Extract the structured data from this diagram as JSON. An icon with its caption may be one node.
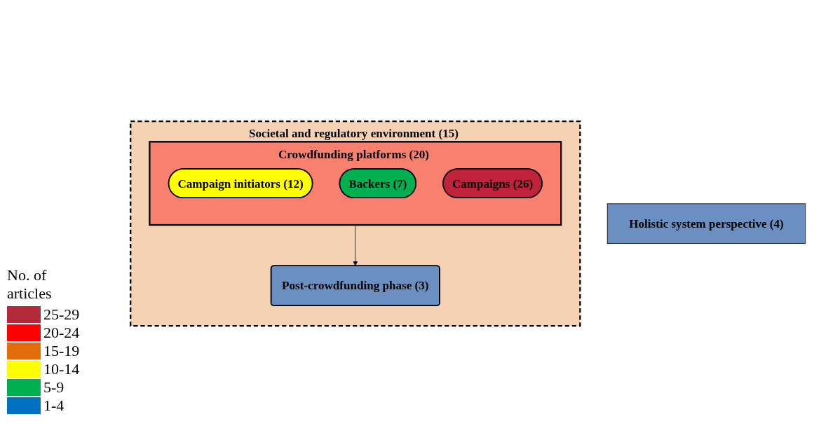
{
  "diagram": {
    "nodes": [
      {
        "text": [
          "Societal and regulatory environment (15)"
        ]
      },
      {
        "text": [
          "Crowdfunding platforms (20)"
        ],
        "in": 0
      },
      {
        "text": [
          "Campaign initiators (12)"
        ],
        "in": 1
      },
      {
        "text": [
          "Backers (7)"
        ],
        "in": 1
      },
      {
        "text": [
          "Campaigns (26)"
        ],
        "in": 1
      },
      {
        "text": [
          "Post-crowdfunding phase (3)"
        ],
        "in": 0
      },
      {
        "text": [
          "Holistic system perspective (4)"
        ]
      }
    ],
    "edges": [
      {
        "from": 1,
        "to": 5,
        "arrow": "to"
      }
    ],
    "labels": [
      "No. of articles"
    ],
    "legend": [
      {
        "text": "25-29",
        "color": "#b22a3a"
      },
      {
        "text": "20-24",
        "color": "#ff0000"
      },
      {
        "text": "15-19",
        "color": "#e36c0a"
      },
      {
        "text": "10-14",
        "color": "#ffff00"
      },
      {
        "text": "5-9",
        "color": "#00b050"
      },
      {
        "text": "1-4",
        "color": "#0070c0"
      }
    ]
  }
}
